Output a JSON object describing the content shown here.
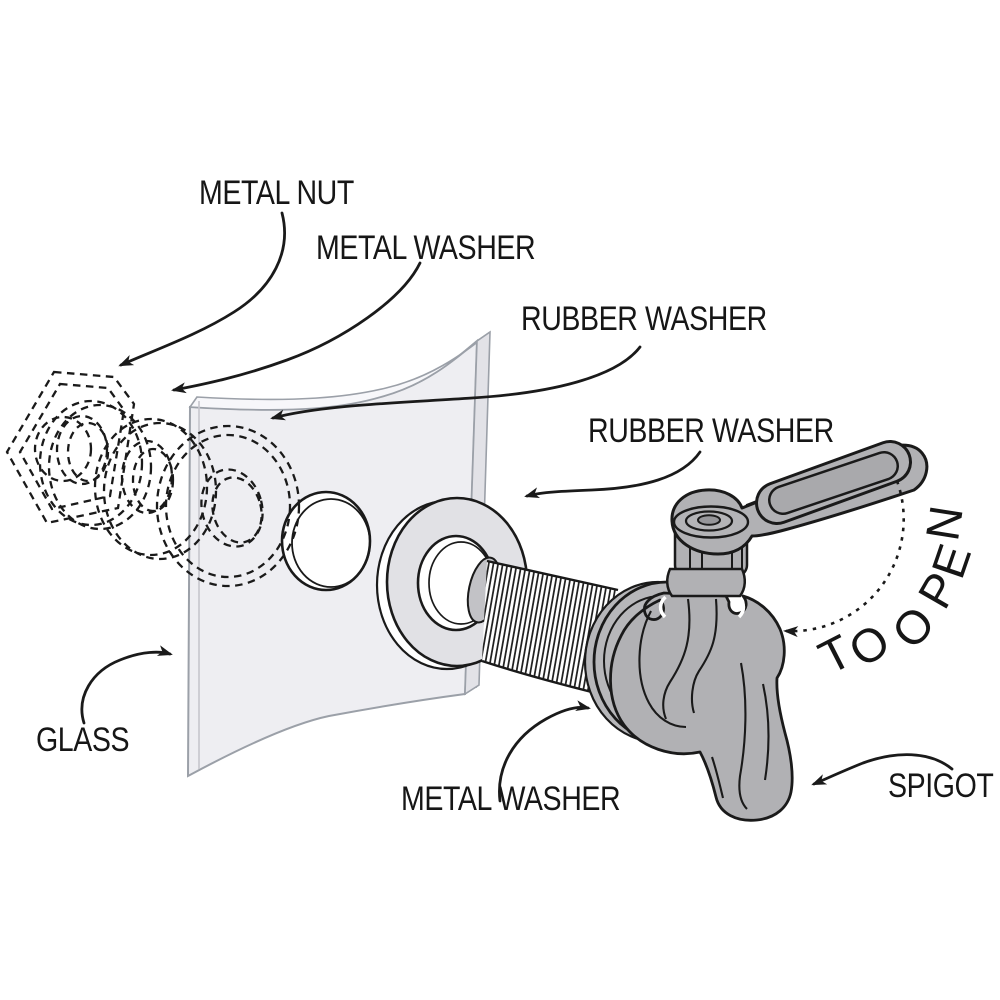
{
  "diagram_subject": "spigot-assembly-exploded-view",
  "labels": {
    "metal_nut": "METAL NUT",
    "metal_washer_top": "METAL WASHER",
    "rubber_washer_1": "RUBBER WASHER",
    "rubber_washer_2": "RUBBER WASHER",
    "glass": "GLASS",
    "metal_washer_bottom": "METAL WASHER",
    "spigot": "SPIGOT"
  },
  "rotation_note": {
    "text": "TO OPEN",
    "letters": [
      "T",
      "O",
      "O",
      "P",
      "E",
      "N"
    ]
  },
  "colors": {
    "line": "#1a1a1a",
    "metal_gray": "#b1b1b4",
    "washer_disk_gray": "#b7b7ba",
    "rubber_washer_light": "#e1e1e5",
    "glass_fill": "#eeeef2",
    "glass_edge": "#9ba0a8",
    "background": "#ffffff"
  }
}
